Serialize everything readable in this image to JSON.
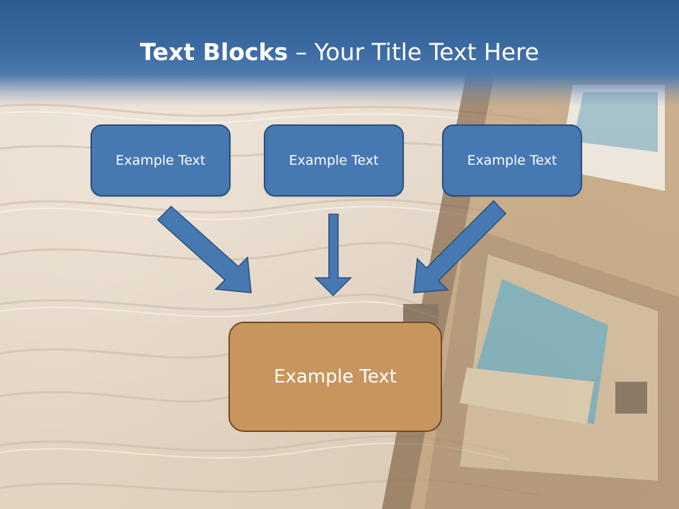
{
  "title": {
    "bold": "Text Blocks",
    "dash": " – ",
    "rest": "Your Title Text Here"
  },
  "boxes": [
    {
      "label": "Example Text"
    },
    {
      "label": "Example Text"
    },
    {
      "label": "Example Text"
    }
  ],
  "bottom_box": {
    "label": "Example Text"
  },
  "colors": {
    "header": "#3b6aa1",
    "box_fill": "#4678b2",
    "box_border": "#2a4e7e",
    "arrow_fill": "#4678b2",
    "bottom_fill": "#c8955e",
    "bottom_border": "#6f4a23"
  },
  "icons": [
    "arrow-down-right-icon",
    "arrow-down-icon",
    "arrow-down-left-icon"
  ]
}
